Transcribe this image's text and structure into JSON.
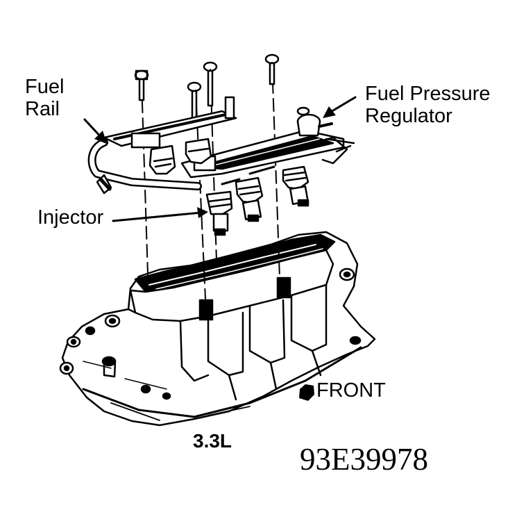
{
  "labels": {
    "fuel_rail_line1": "Fuel",
    "fuel_rail_line2": "Rail",
    "fuel_pressure_line1": "Fuel Pressure",
    "fuel_pressure_line2": "Regulator",
    "injector": "Injector",
    "front": "FRONT",
    "engine": "3.3L",
    "figure_id": "93E39978"
  },
  "colors": {
    "ink": "#000000",
    "paper": "#ffffff"
  }
}
